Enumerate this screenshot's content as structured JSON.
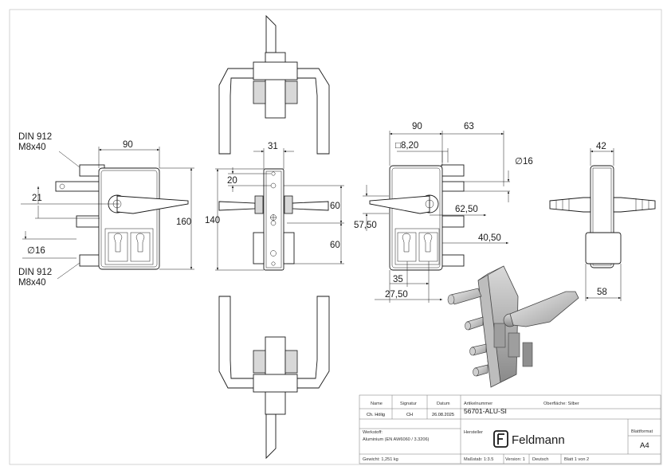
{
  "dimensions": {
    "din_top_line1": "DIN 912",
    "din_top_line2": "M8x40",
    "din_bottom_line1": "DIN 912",
    "din_bottom_line2": "M8x40",
    "left_width": "90",
    "left_21": "21",
    "left_160": "160",
    "left_dia16": "∅16",
    "mid_31": "31",
    "mid_20": "20",
    "mid_140": "140",
    "mid_60_top": "60",
    "mid_60_bottom": "60",
    "right_90": "90",
    "right_63": "63",
    "right_sq": "□8,20",
    "right_dia16": "∅16",
    "right_57_50": "57,50",
    "right_62_50": "62,50",
    "right_40_50": "40,50",
    "right_35": "35",
    "right_27_50": "27,50",
    "side_42": "42",
    "side_58": "58"
  },
  "title_block": {
    "hdr_name": "Name",
    "hdr_signatur": "Signatur",
    "hdr_datum": "Datum",
    "name": "Ch. Hölig",
    "signatur": "CH",
    "datum": "26.08.2025",
    "artikel_label": "Artikelnummer",
    "artikel": "56701-ALU-SI",
    "oberflaeche": "Oberfläche: Silber",
    "werkstoff_label": "Werkstoff:",
    "werkstoff": "Aluminium (EN AW6060 / 3.3206)",
    "hersteller_label": "Hersteller",
    "brand": "Feldmann",
    "blattformat_label": "Blattformat",
    "blattformat": "A4",
    "gewicht": "Gewicht: 1,251 kg",
    "massstab": "Maßstab: 1:3.5",
    "version": "Version: 1",
    "sprache": "Deutsch",
    "blatt": "Blatt 1 von 2"
  }
}
